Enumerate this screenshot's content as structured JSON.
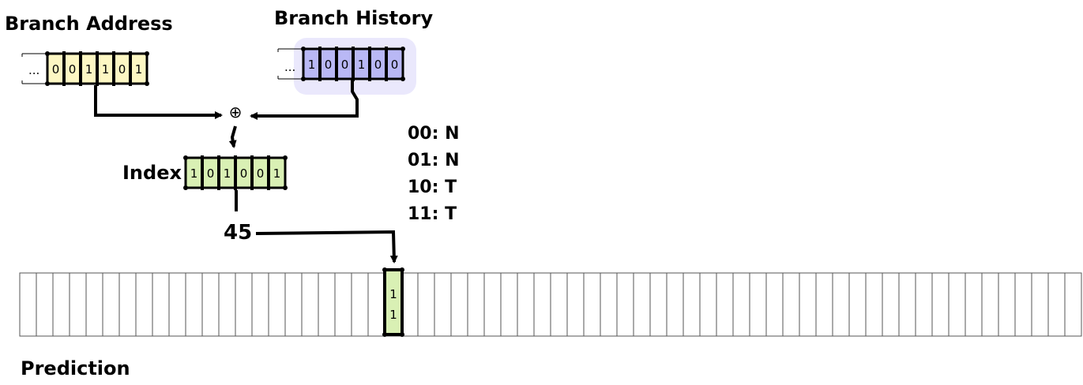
{
  "labels": {
    "branch_address": "Branch Address",
    "branch_history": "Branch History",
    "index": "Index",
    "prediction": "Prediction",
    "xor": "⊕",
    "index_value": "45",
    "ellipsis": "..."
  },
  "registers": {
    "address_bits": [
      "0",
      "0",
      "1",
      "1",
      "0",
      "1"
    ],
    "history_bits": [
      "1",
      "0",
      "0",
      "1",
      "0",
      "0"
    ],
    "index_bits": [
      "1",
      "0",
      "1",
      "0",
      "0",
      "1"
    ]
  },
  "prediction_table": {
    "highlighted_entry": [
      "1",
      "1"
    ]
  },
  "legend": [
    "00: N",
    "01: N",
    "10: T",
    "11: T"
  ],
  "colors": {
    "address_fill": "#fdf7c3",
    "history_fill": "#b9b8f5",
    "history_glow": "#e6e4fb",
    "index_fill": "#d9f0b4",
    "highlight_fill": "#d9f0b4"
  }
}
